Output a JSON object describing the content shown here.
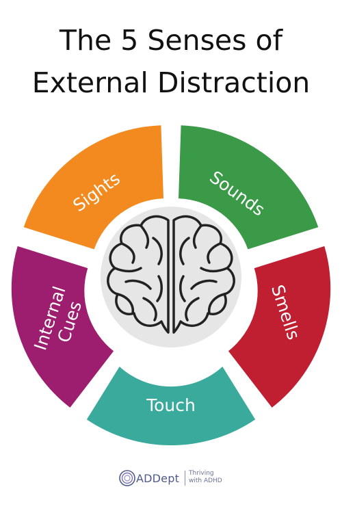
{
  "title": {
    "line1": "The 5 Senses of",
    "line2": "External Distraction"
  },
  "segments": [
    {
      "label": "Sights",
      "color": "#f28a1f"
    },
    {
      "label": "Sounds",
      "color": "#3a9a48"
    },
    {
      "label": "Smells",
      "color": "#c01f32"
    },
    {
      "label": "Touch",
      "color": "#3aaa9c"
    },
    {
      "label_line1": "Internal",
      "label_line2": "Cues",
      "color": "#9d1d6e"
    }
  ],
  "center": {
    "icon": "brain-icon",
    "color": "#e6e6e6"
  },
  "footer": {
    "brand": "ADDept",
    "tagline_line1": "Thriving",
    "tagline_line2": "with ADHD",
    "brand_color": "#4f5a8a"
  }
}
